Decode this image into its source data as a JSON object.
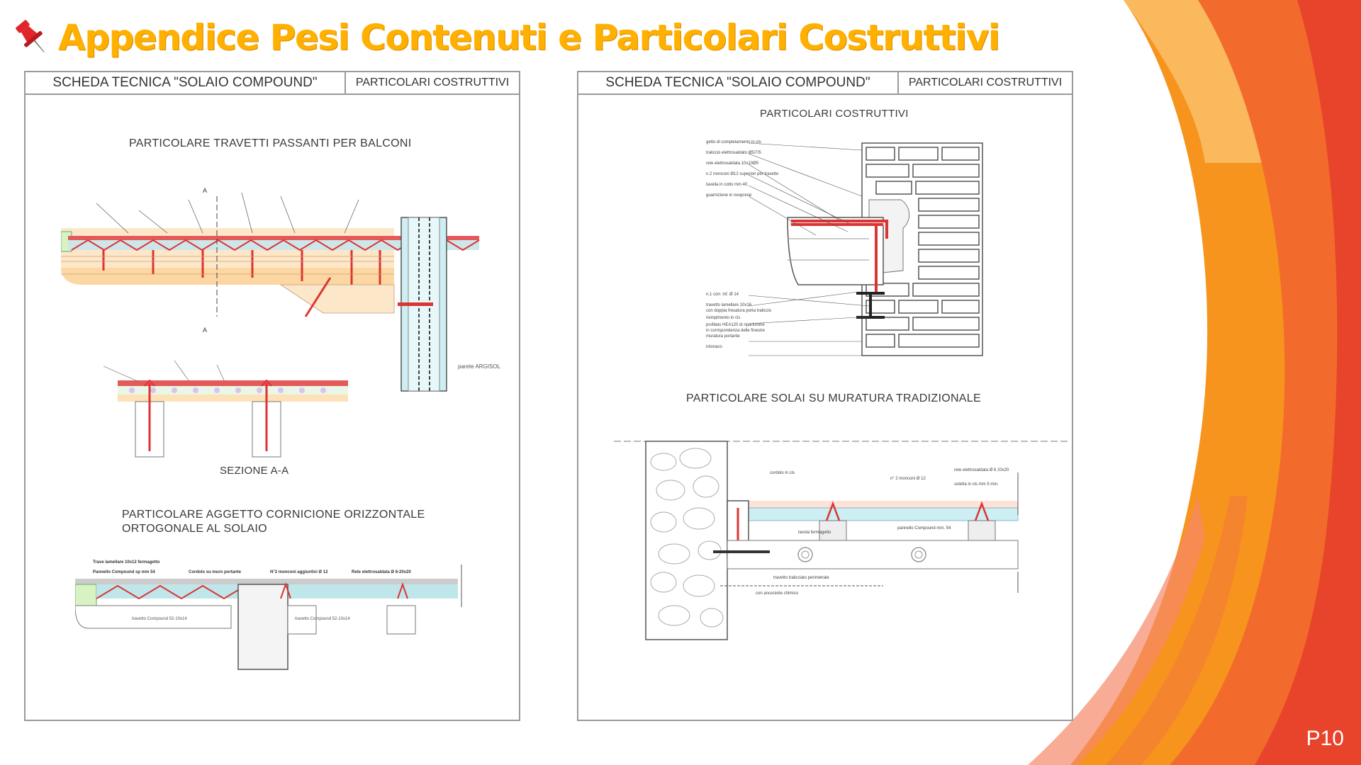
{
  "slide": {
    "title": "Appendice Pesi Contenuti e Particolari Costruttivi",
    "page_number": "P10",
    "accent_colors": [
      "#FFB000",
      "#F7941D",
      "#E8442B",
      "#F25A3C"
    ]
  },
  "sheet_left": {
    "header_title": "SCHEDA TECNICA \"SOLAIO COMPOUND\"",
    "header_subtitle": "PARTICOLARI COSTRUTTIVI",
    "section1_title": "PARTICOLARE  TRAVETTI  PASSANTI  PER  BALCONI",
    "section1_label_a": "A",
    "section1_label_wall": "parete ARGISOL",
    "section2_title": "SEZIONE A-A",
    "section3_title_line1": "PARTICOLARE  AGGETTO CORNICIONE ORIZZONTALE",
    "section3_title_line2": "ORTOGONALE AL SOLAIO",
    "section3_label_1": "Trave lamellare 10x12 fermagetto",
    "section3_label_2": "Pannello Compound sp mm 54",
    "section3_label_3": "Cordolo su muro portante",
    "section3_label_4": "N°2 monconi aggiuntivi Ø 12",
    "section3_label_5": "Rete elettrosaldata Ø 6-20x20",
    "section3_label_6": "travetto Compound 52-10x14",
    "section3_label_7": "travetto Compound 52-10x14"
  },
  "sheet_right": {
    "header_title": "SCHEDA TECNICA \"SOLAIO COMPOUND\"",
    "header_subtitle": "PARTICOLARI COSTRUTTIVI",
    "section1_title": "PARTICOLARI COSTRUTTIVI",
    "section1_labels": [
      "getto di completamento in cls",
      "traliccio elettrosaldato Ø5/7/5",
      "rete elettrosaldata 10x10Ø5",
      "n.2 monconi Ø12 superiori per travetto",
      "tavella in cotto mm 40",
      "guarnizione in neoprene",
      "n.1 corr. inf. Ø 14",
      "travetto lamellare 10x16",
      "con doppia fresatura porta traliccio",
      "riempimento in cls",
      "profilato HEA120 di ripartizione",
      "in corrispondenza delle finestre",
      "muratura portante",
      "intonaco"
    ],
    "section2_title": "PARTICOLARE  SOLAI  SU MURATURA TRADIZIONALE",
    "section2_labels": [
      "cordolo in cls",
      "n° 2 monconi Ø 12",
      "rete elettrosaldata Ø 6 20x20",
      "soletta in cls mm 5 min.",
      "pannello Compound mm. 54",
      "tavola fermagetto",
      "travetto tralicciato perimetrale",
      "con ancorante chimico"
    ]
  }
}
